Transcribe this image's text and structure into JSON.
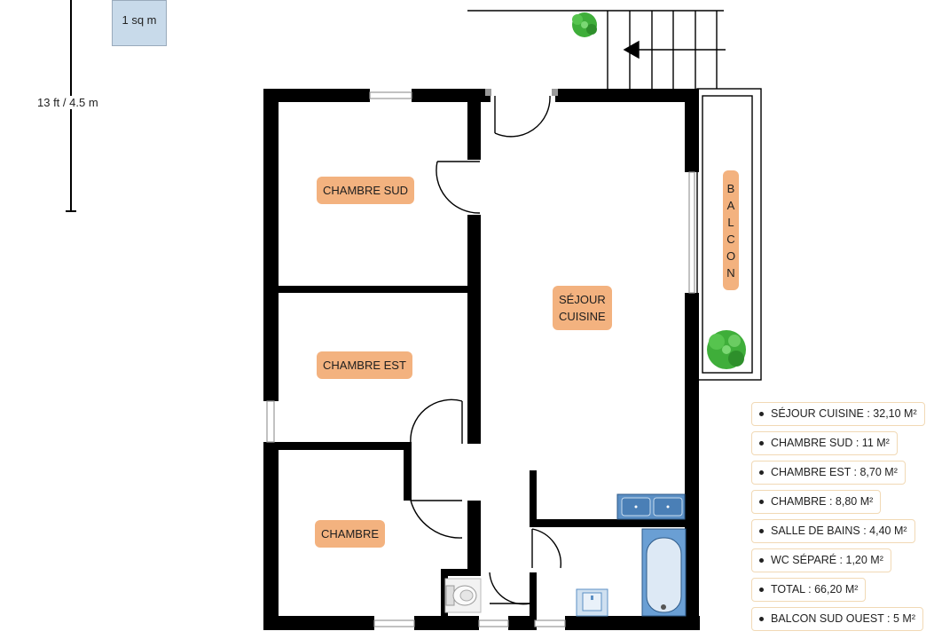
{
  "scale": {
    "length_label": "13 ft / 4.5 m",
    "area_label": "1 sq m"
  },
  "rooms": {
    "chambre_sud": "CHAMBRE SUD",
    "chambre_est": "CHAMBRE EST",
    "chambre": "CHAMBRE",
    "sejour_line1": "SÉJOUR",
    "sejour_line2": "CUISINE",
    "balcon_letters": [
      "B",
      "A",
      "L",
      "C",
      "O",
      "N"
    ]
  },
  "legend": [
    "SÉJOUR CUISINE : 32,10 M²",
    "CHAMBRE SUD : 11 M²",
    "CHAMBRE EST : 8,70 M²",
    "CHAMBRE : 8,80 M²",
    "SALLE DE BAINS : 4,40 M²",
    "WC SÉPARÉ : 1,20 M²",
    "TOTAL : 66,20 M²",
    "BALCON SUD OUEST : 5 M²"
  ],
  "colors": {
    "wall": "#000000",
    "label_bg": "#f3b27f",
    "fixture": "#5b8fc4",
    "plant": "#3fae3a"
  }
}
